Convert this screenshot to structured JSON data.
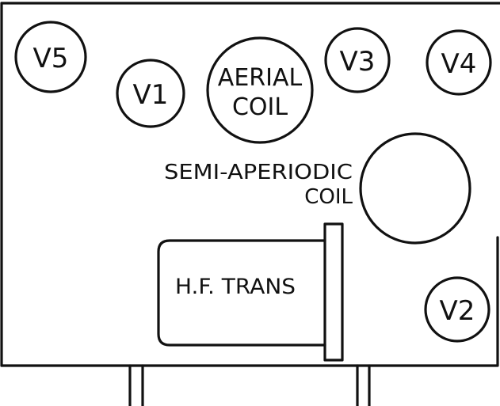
{
  "labels": {
    "v5": "V5",
    "v1": "V1",
    "aerial_coil_line1": "AERIAL",
    "aerial_coil_line2": "COIL",
    "v3": "V3",
    "v4": "V4",
    "semi_aperiodic_line1": "SEMI-APERIODIC",
    "semi_aperiodic_line2": "COIL",
    "hf_trans": "H.F. TRANS",
    "v2": "V2"
  },
  "colors": {
    "ink": "#111111",
    "paper": "#ffffff"
  }
}
